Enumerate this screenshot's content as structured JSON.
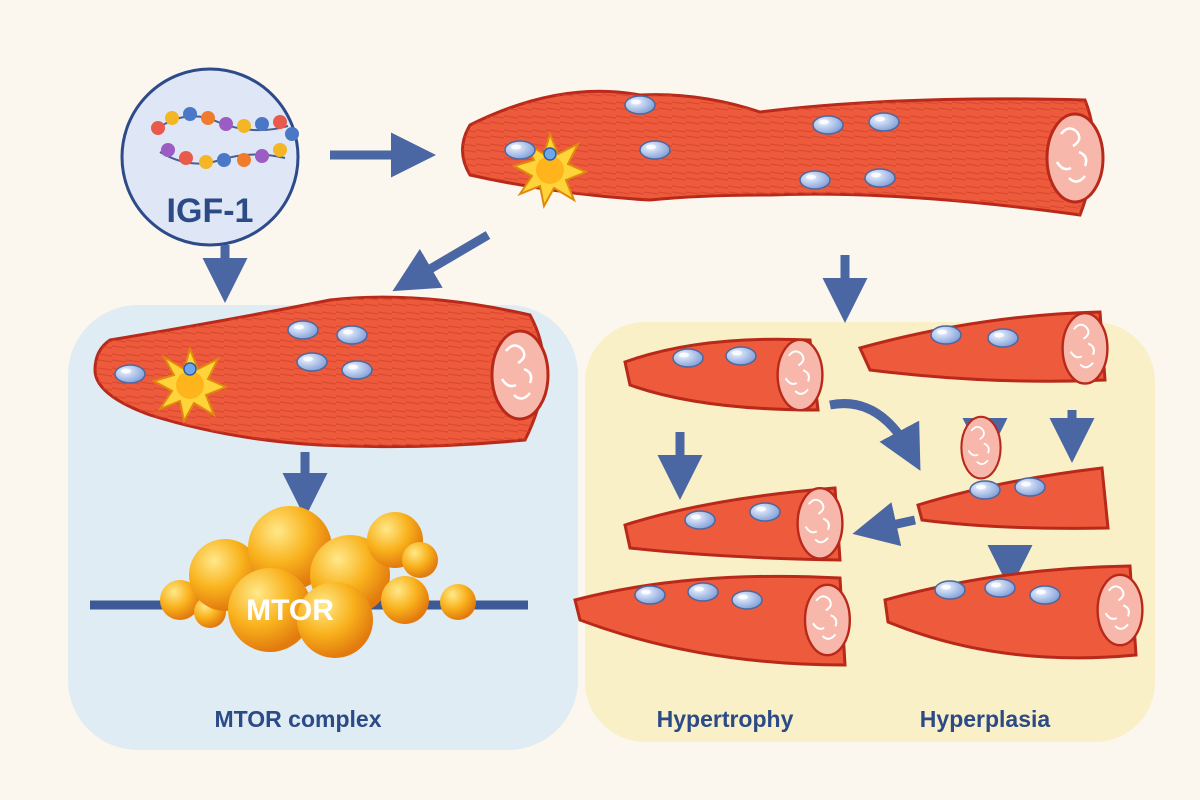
{
  "labels": {
    "igf": "IGF-1",
    "mtor": "MTOR",
    "mtor_complex": "MTOR complex",
    "hypertrophy": "Hypertrophy",
    "hyperplasia": "Hyperplasia"
  },
  "colors": {
    "background": "#fbf6ee",
    "left_panel": "#dcebf3",
    "right_panel": "#f9efc0",
    "fiber": "#ee5a3c",
    "fiber_outline": "#b8291a",
    "cross_section": "#f6b3a6",
    "nucleus": "#9fb8e6",
    "satellite_cell": "#f6c01f",
    "arrow": "#4a67a3",
    "igf_circle": "#dfe7f6",
    "mtor_cluster": "#f8a217",
    "label_text": "#2b4a86"
  },
  "icons": {
    "igf": "amino-acid-chain-icon",
    "satellite": "satellite-cell-icon",
    "nucleus": "myonucleus-icon"
  }
}
